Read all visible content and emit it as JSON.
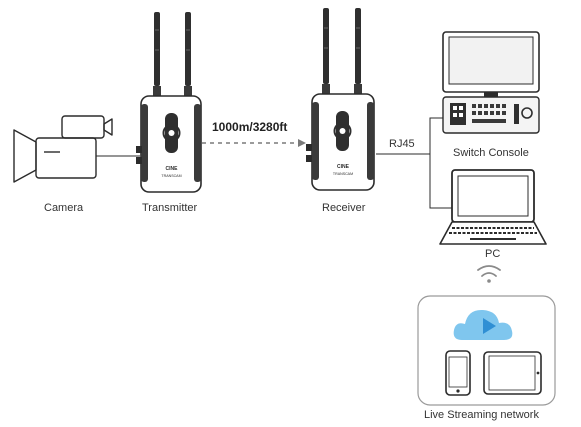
{
  "diagram": {
    "nodes": {
      "camera": "Camera",
      "transmitter": "Transmitter",
      "receiver": "Receiver",
      "switch_console": "Switch Console",
      "pc": "PC",
      "live_streaming": "Live Streaming network"
    },
    "links": {
      "wireless_range": "1000m/3280ft",
      "cable_type": "RJ45"
    },
    "device_brand": "CINE",
    "device_model": "TRANSCAM"
  },
  "colors": {
    "outline": "#2b2b2b",
    "device_body": "#ffffff",
    "device_accent": "#3a3a3a",
    "screen_fill": "#f2f2f2",
    "cloud_fill": "#7fc6ee",
    "cloud_play": "#2f8fd4",
    "dashed_link": "#7a7a7a",
    "wifi_icon": "#8a8a8a",
    "panel_border": "#9a9a9a"
  },
  "icons": [
    "camera-icon",
    "transmitter-icon",
    "receiver-icon",
    "switch-console-icon",
    "laptop-icon",
    "wifi-icon",
    "cloud-play-icon",
    "phone-icon",
    "tablet-icon"
  ]
}
